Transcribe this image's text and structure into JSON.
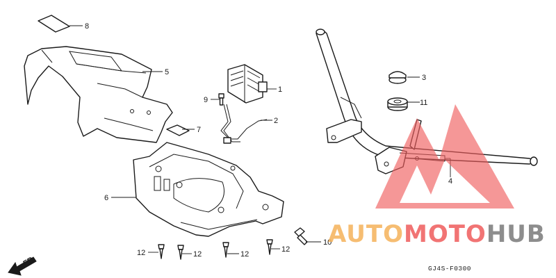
{
  "diagram": {
    "callouts": [
      {
        "id": "c1",
        "label": "1"
      },
      {
        "id": "c2",
        "label": "2"
      },
      {
        "id": "c3",
        "label": "3"
      },
      {
        "id": "c4",
        "label": "4"
      },
      {
        "id": "c5",
        "label": "5"
      },
      {
        "id": "c6",
        "label": "6"
      },
      {
        "id": "c7",
        "label": "7"
      },
      {
        "id": "c8",
        "label": "8"
      },
      {
        "id": "c9",
        "label": "9"
      },
      {
        "id": "c10",
        "label": "10"
      },
      {
        "id": "c11",
        "label": "11"
      },
      {
        "id": "c12a",
        "label": "12"
      },
      {
        "id": "c12b",
        "label": "12"
      },
      {
        "id": "c12c",
        "label": "12"
      },
      {
        "id": "c12d",
        "label": "12"
      }
    ],
    "direction_label": "FR.",
    "figure_code": "GJ4S-F0300"
  },
  "watermark": {
    "part1": "AUTO",
    "part2": "MOTO",
    "part3": "HUB",
    "colors": {
      "orange": "#f5b25a",
      "red": "#ef5c5c",
      "gray": "#7a7a7a"
    }
  }
}
